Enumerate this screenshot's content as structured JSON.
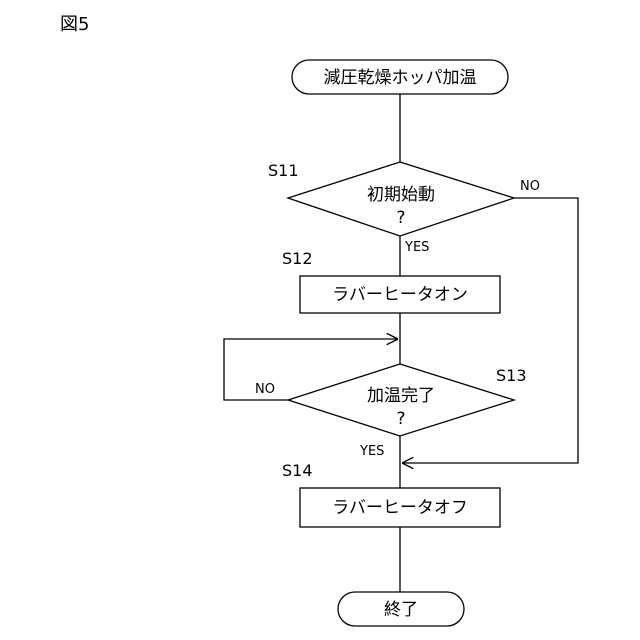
{
  "figure_label": "図5",
  "flowchart": {
    "start": "減圧乾燥ホッパ加温",
    "decision1": {
      "step": "S11",
      "line1": "初期始動",
      "line2": "?",
      "yes": "YES",
      "no": "NO"
    },
    "process1": {
      "step": "S12",
      "text": "ラバーヒータオン"
    },
    "decision2": {
      "step": "S13",
      "line1": "加温完了",
      "line2": "?",
      "yes": "YES",
      "no": "NO"
    },
    "process2": {
      "step": "S14",
      "text": "ラバーヒータオフ"
    },
    "end": "終了"
  }
}
